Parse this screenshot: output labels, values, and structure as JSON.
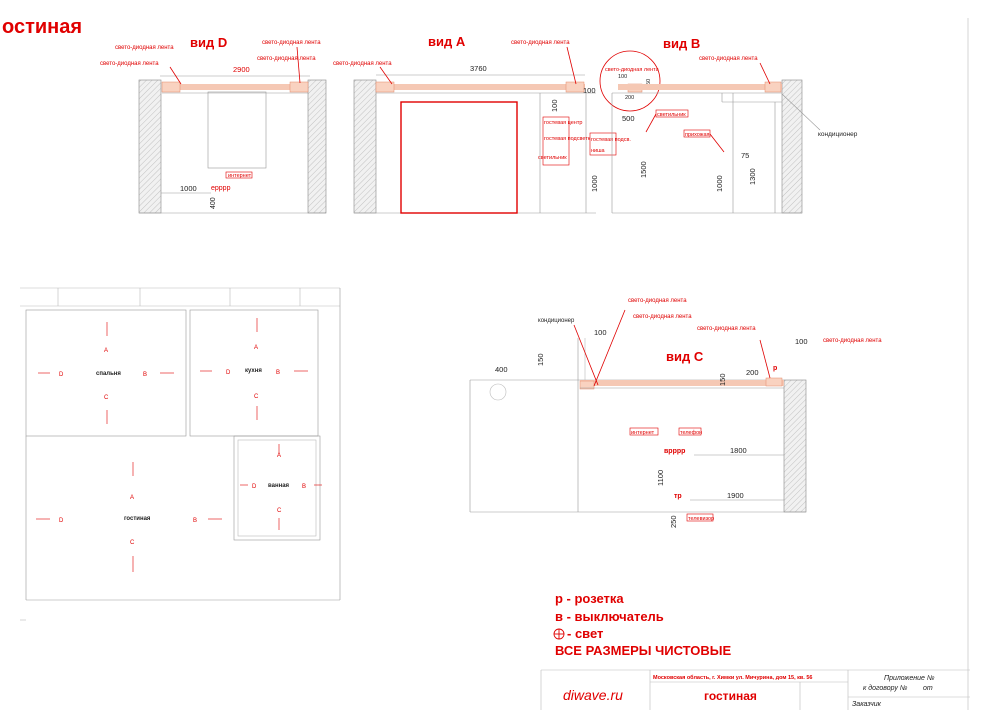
{
  "sheet_title": "остиная",
  "views": {
    "d": {
      "title": "вид D",
      "led1": "свето-диодная лента",
      "led2": "свето-диодная лента",
      "led3": "свето-диодная лента",
      "led4": "свето-диодная лента",
      "width": "2900",
      "internet": "интернет",
      "sockets": "ерррр",
      "dim_x": "1000",
      "dim_h": "400"
    },
    "a": {
      "title": "вид А",
      "led1": "свето-диодная лента",
      "led2": "свето-диодная лента",
      "width": "3760",
      "dim_100a": "100",
      "dim_100b": "100",
      "dim_1000": "1000",
      "note1": "гостевая центр",
      "note2": "гостевая подсветка внут",
      "note3": "светильник",
      "note4": "гостевая подсв.",
      "note5": "ниша"
    },
    "b": {
      "title": "вид В",
      "led1": "свето-диодная лента",
      "led2": "свето-диодная лента",
      "dim_100": "100",
      "dim_150": "150",
      "dim_200": "200",
      "dim_500": "500",
      "dim_1500": "1500",
      "dim_1000": "1000",
      "dim_75": "75",
      "dim_1300": "1300",
      "light": "светильник",
      "switch": "прихожая",
      "ac": "кондиционер"
    },
    "c": {
      "title": "вид С",
      "ac": "кондиционер",
      "led1": "свето-диодная лента",
      "led2": "свето-диодная лента",
      "led3": "свето-диодная лента",
      "led4": "свето-диодная лента",
      "dim_400": "400",
      "dim_150a": "150",
      "dim_100a": "100",
      "dim_100b": "100",
      "dim_150b": "150",
      "dim_200": "200",
      "dim_1800": "1800",
      "dim_1100": "1100",
      "dim_1900": "1900",
      "dim_250": "250",
      "internet": "интернет",
      "phone": "телефон",
      "sockets": "врррр",
      "socket2": "тр",
      "tv": "телевизор"
    }
  },
  "plan": {
    "rooms": {
      "bedroom": "спальня",
      "kitchen": "кухня",
      "bathroom": "ванная",
      "living": "гостиная"
    },
    "letters": {
      "a": "А",
      "b": "В",
      "c": "С",
      "d": "D"
    }
  },
  "legend": {
    "socket": "р - розетка",
    "switch": "в - выключатель",
    "light": "- свет",
    "note": "ВСЕ РАЗМЕРЫ ЧИСТОВЫЕ"
  },
  "stamp": {
    "site": "diwave.ru",
    "address": "Московская область, г. Химки ул. Мичурина, дом 15, кв. 56",
    "name": "гостиная",
    "appendix": "Приложение №",
    "contract": "к договору №",
    "from": "от",
    "customer": "Заказчик"
  }
}
